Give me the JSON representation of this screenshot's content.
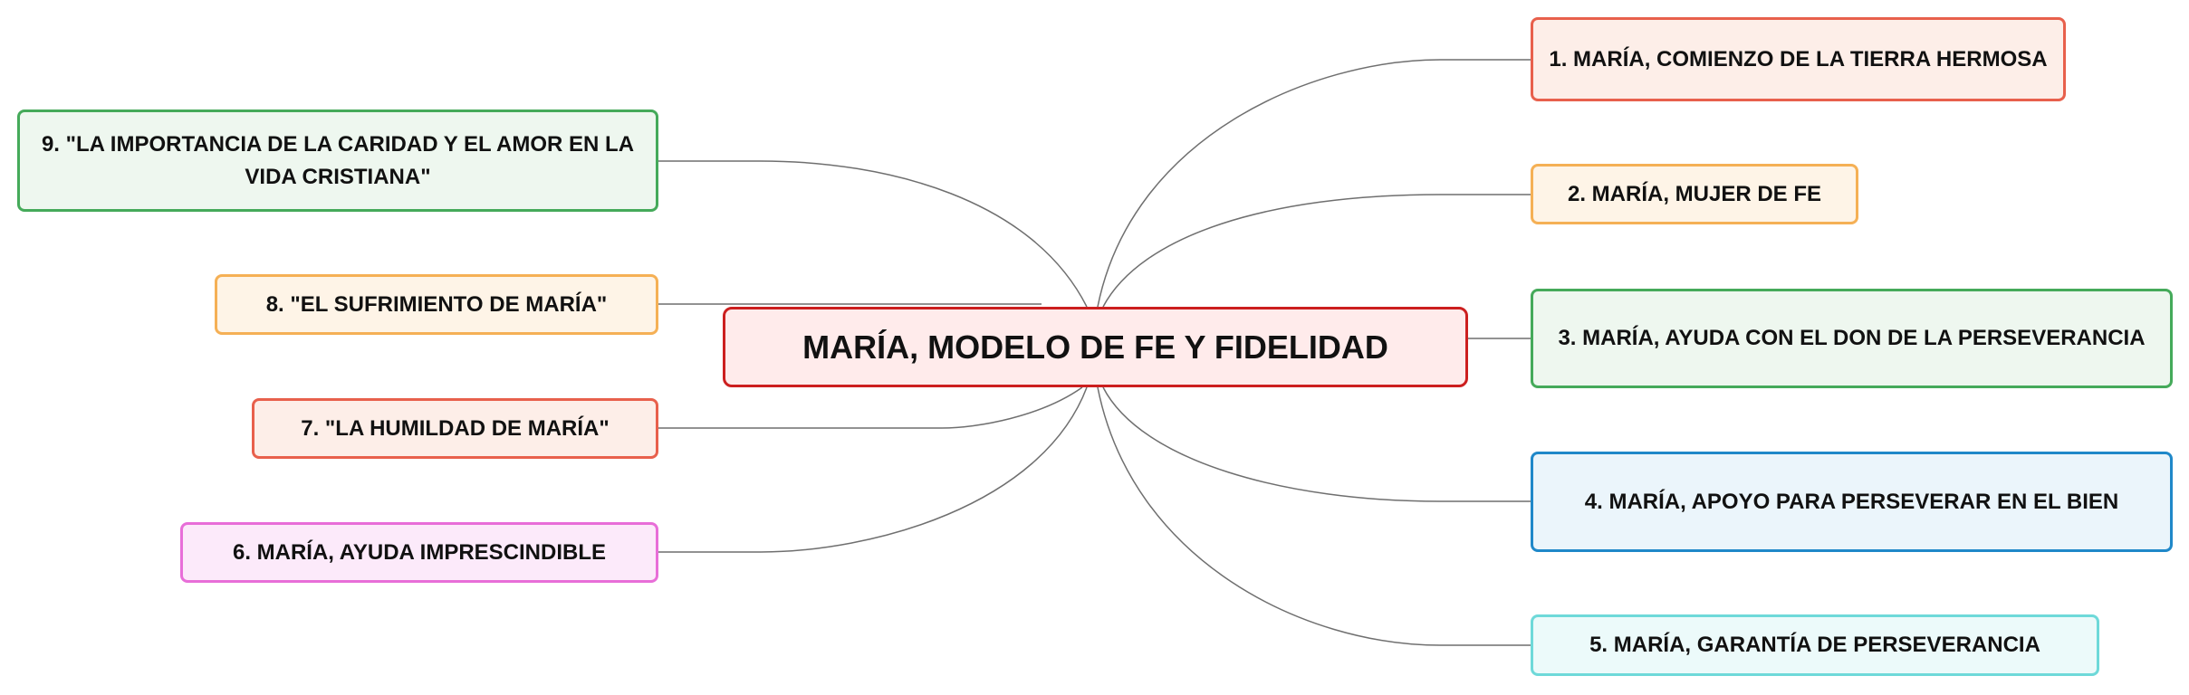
{
  "central": {
    "label": "MARÍA, MODELO DE FE Y FIDELIDAD"
  },
  "branches": [
    {
      "label": "1. MARÍA, COMIENZO DE LA TIERRA HERMOSA"
    },
    {
      "label": "2. MARÍA, MUJER DE FE"
    },
    {
      "label": "3. MARÍA, AYUDA CON EL DON DE LA PERSEVERANCIA"
    },
    {
      "label": "4. MARÍA, APOYO PARA PERSEVERAR EN EL BIEN"
    },
    {
      "label": "5. MARÍA, GARANTÍA DE PERSEVERANCIA"
    },
    {
      "label": "6. MARÍA, AYUDA IMPRESCINDIBLE"
    },
    {
      "label": "7. \"LA HUMILDAD DE MARÍA\""
    },
    {
      "label": "8. \"EL SUFRIMIENTO DE MARÍA\""
    },
    {
      "label_line1": "9. \"LA IMPORTANCIA DE LA CARIDAD Y EL AMOR EN LA",
      "label_line2": "VIDA CRISTIANA\""
    }
  ],
  "colors": {
    "central_border": "#cc1f1f",
    "red_border": "#e8604c",
    "orange_border": "#f5b055",
    "green_border": "#45aa5a",
    "blue_border": "#1f88c9",
    "cyan_border": "#6ed9d9",
    "pink_border": "#e86ed8"
  }
}
